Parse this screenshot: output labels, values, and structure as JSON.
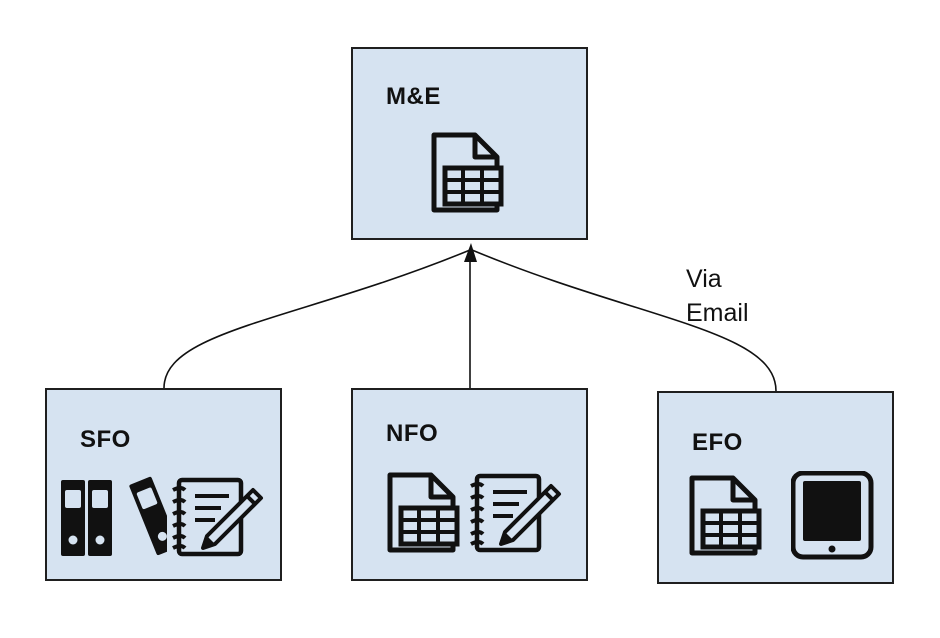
{
  "nodes": {
    "me": {
      "title": "M&E",
      "icons": [
        "spreadsheet-document-icon"
      ]
    },
    "sfo": {
      "title": "SFO",
      "icons": [
        "binders-icon",
        "notebook-pencil-icon"
      ]
    },
    "nfo": {
      "title": "NFO",
      "icons": [
        "spreadsheet-document-icon",
        "notebook-pencil-icon"
      ]
    },
    "efo": {
      "title": "EFO",
      "icons": [
        "spreadsheet-document-icon",
        "tablet-icon"
      ]
    }
  },
  "edges": [
    {
      "from": "SFO",
      "to": "M&E",
      "label": ""
    },
    {
      "from": "NFO",
      "to": "M&E",
      "label": ""
    },
    {
      "from": "EFO",
      "to": "M&E",
      "label_lines": [
        "Via",
        "Email"
      ]
    }
  ],
  "colors": {
    "box_fill": "#d6e3f1",
    "box_border": "#1f1f1f",
    "icon": "#111111"
  }
}
